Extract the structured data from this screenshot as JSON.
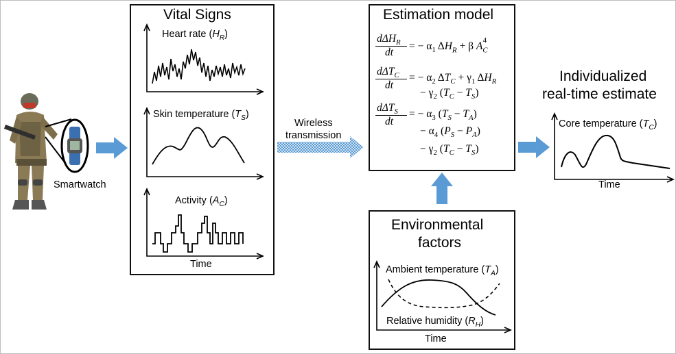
{
  "soldier": {
    "label": "Smartwatch"
  },
  "vital_signs": {
    "title": "Vital Signs",
    "heart_rate": {
      "text": "Heart rate (",
      "sym": "H",
      "sub": "R",
      "close": ")"
    },
    "skin_temp": {
      "text": "Skin temperature (",
      "sym": "T",
      "sub": "S",
      "close": ")"
    },
    "activity": {
      "text": "Activity (",
      "sym": "A",
      "sub": "C",
      "close": ")"
    },
    "time_label": "Time"
  },
  "wireless": {
    "line1": "Wireless",
    "line2": "transmission"
  },
  "estimation": {
    "title": "Estimation model",
    "eq1_lhs": "dΔH",
    "eq1_lhs_sub": "R",
    "dt": "dt",
    "eq1_rhs": "= − α₁ ΔH",
    "eq2_lhs": "dΔT",
    "eq2_lhs_sub": "C",
    "eq3_lhs": "dΔT",
    "eq3_lhs_sub": "S"
  },
  "individualized": {
    "title_line1": "Individualized",
    "title_line2": "real-time estimate",
    "core_temp": {
      "text": "Core temperature (",
      "sym": "T",
      "sub": "C",
      "close": ")"
    },
    "time_label": "Time"
  },
  "environmental": {
    "title_line1": "Environmental",
    "title_line2": "factors",
    "ambient": {
      "text": "Ambient temperature (",
      "sym": "T",
      "sub": "A",
      "close": ")"
    },
    "humidity": {
      "text": "Relative humidity (",
      "sym": "R",
      "sub": "H",
      "close": ")"
    },
    "time_label": "Time"
  },
  "colors": {
    "arrow": "#5b9bd5",
    "box_border": "#111111",
    "dashed_arrow": "#9dc3e6"
  }
}
